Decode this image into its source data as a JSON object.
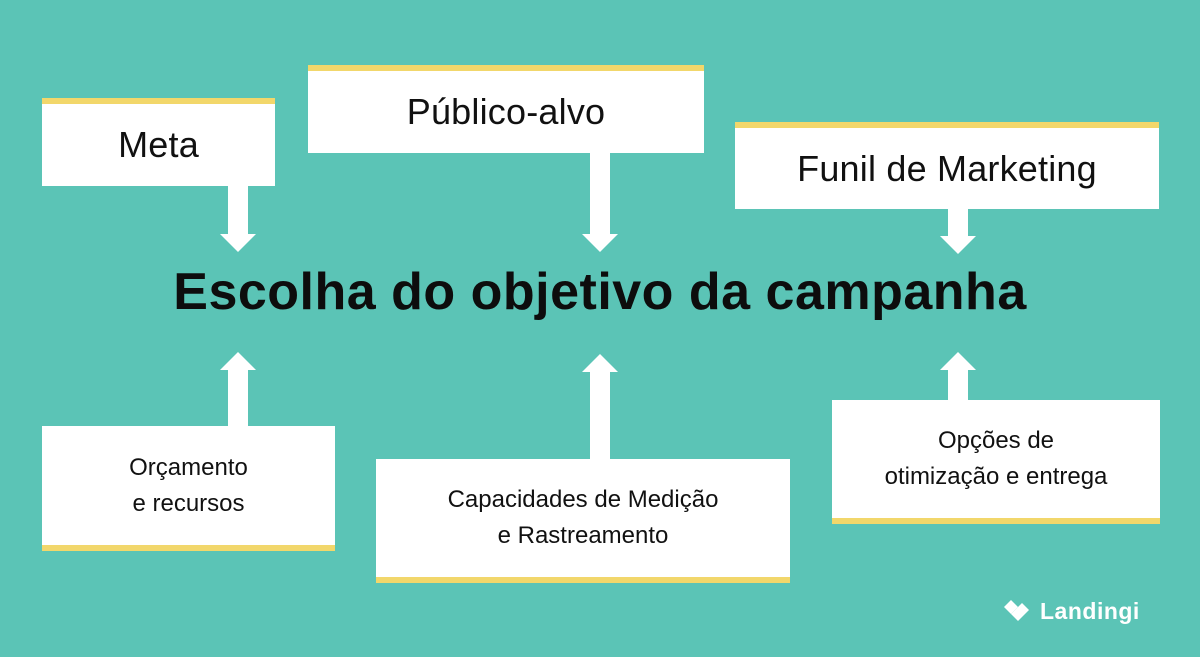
{
  "title": "Escolha do objetivo da campanha",
  "top_boxes": [
    {
      "label": "Meta"
    },
    {
      "label": "Público-alvo"
    },
    {
      "label": "Funil de Marketing"
    }
  ],
  "bottom_boxes": [
    {
      "line1": "Orçamento",
      "line2": "e recursos"
    },
    {
      "line1": "Capacidades de Medição",
      "line2": "e Rastreamento"
    },
    {
      "line1": "Opções de",
      "line2": "otimização e entrega"
    }
  ],
  "brand": {
    "name": "Landingi"
  },
  "colors": {
    "background": "#5bc4b6",
    "accent": "#f2d76b",
    "box": "#ffffff",
    "text": "#111111"
  }
}
